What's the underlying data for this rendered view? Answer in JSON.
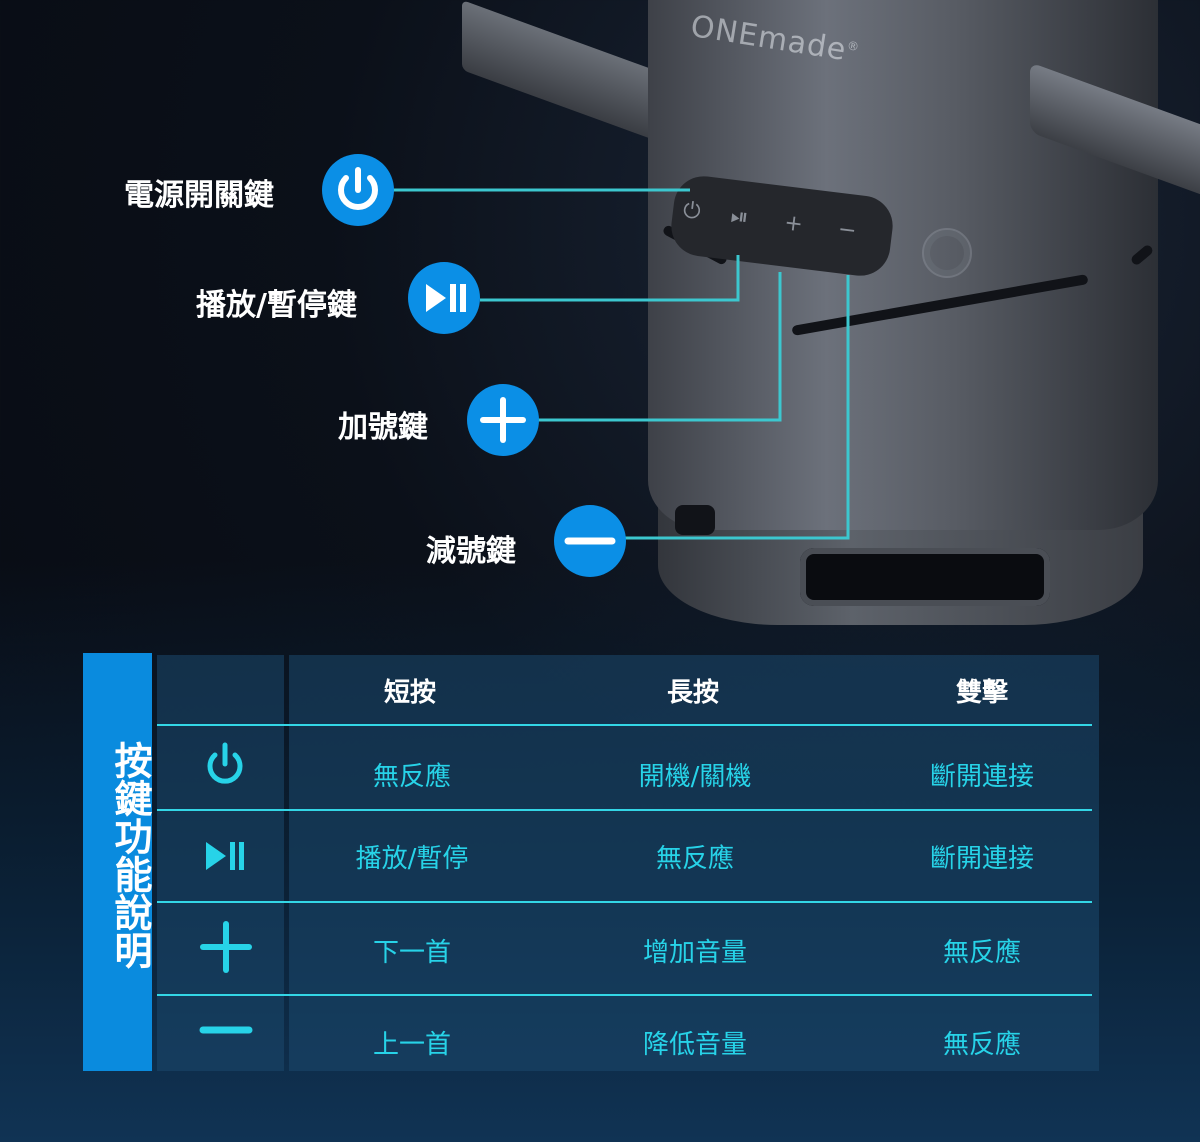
{
  "product": {
    "brand": "ONEmade",
    "registered_mark": "®"
  },
  "callouts": [
    {
      "label": "電源開關鍵",
      "icon": "power-icon"
    },
    {
      "label": "播放/暫停鍵",
      "icon": "play-pause-icon"
    },
    {
      "label": "加號鍵",
      "icon": "plus-icon"
    },
    {
      "label": "減號鍵",
      "icon": "minus-icon"
    }
  ],
  "table": {
    "side_title": "按鍵功能說明",
    "headers": [
      "短按",
      "長按",
      "雙擊"
    ],
    "rows": [
      {
        "icon": "power-icon",
        "cells": [
          "無反應",
          "開機/關機",
          "斷開連接"
        ]
      },
      {
        "icon": "play-pause-icon",
        "cells": [
          "播放/暫停",
          "無反應",
          "斷開連接"
        ]
      },
      {
        "icon": "plus-icon",
        "cells": [
          "下一首",
          "增加音量",
          "無反應"
        ]
      },
      {
        "icon": "minus-icon",
        "cells": [
          "上一首",
          "降低音量",
          "無反應"
        ]
      }
    ]
  },
  "colors": {
    "accent_blue": "#0b8fe6",
    "accent_cyan": "#27d3e8",
    "connector": "#3cc7cf"
  }
}
